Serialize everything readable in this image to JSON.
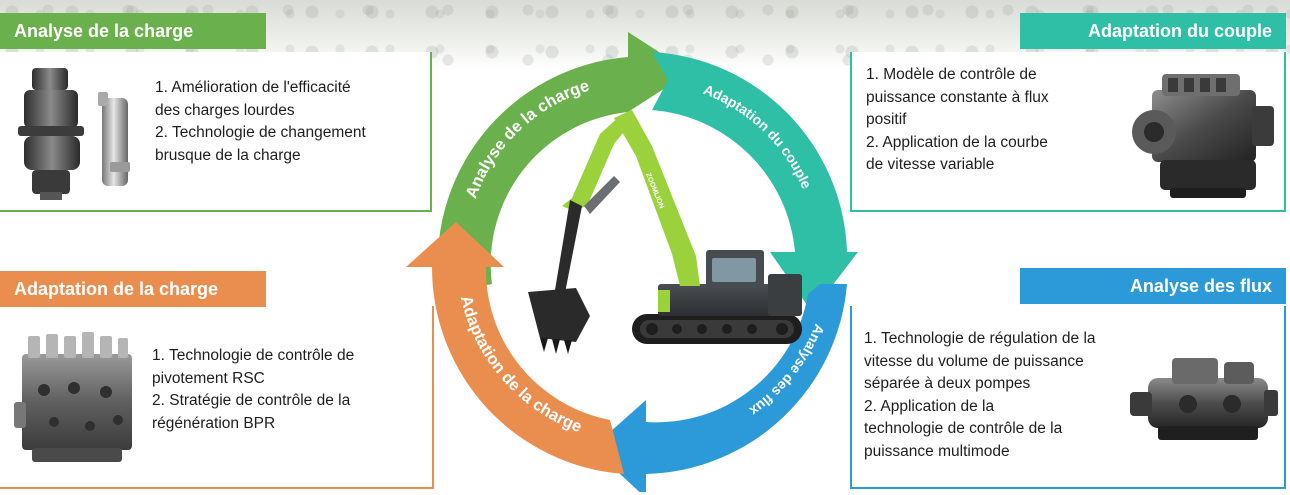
{
  "cards": {
    "load_analysis": {
      "title": "Analyse de la charge",
      "lines": [
        "1. Amélioration de l'efficacité",
        "des charges lourdes",
        "2. Technologie de changement",
        "brusque de la charge"
      ],
      "color": "#6ab04c"
    },
    "load_adaptation": {
      "title": "Adaptation de la charge",
      "lines": [
        "1. Technologie de contrôle de",
        "pivotement RSC",
        "2. Stratégie de contrôle de la",
        "régénération BPR"
      ],
      "color": "#ea8e50"
    },
    "torque_adaptation": {
      "title": "Adaptation du couple",
      "lines": [
        "1. Modèle de contrôle de",
        "puissance constante à flux",
        "positif",
        "2. Application de la courbe",
        "de vitesse variable"
      ],
      "color": "#2fbfa6"
    },
    "flow_analysis": {
      "title": "Analyse des flux",
      "lines": [
        "1. Technologie de régulation de la",
        "vitesse du volume de puissance",
        "séparée à deux pompes",
        "2. Application de la",
        "technologie de contrôle de la",
        "puissance multimode"
      ],
      "color": "#2c9ad8"
    }
  },
  "cycle": {
    "segments": [
      {
        "label": "Analyse de la charge",
        "color": "#6ab04c"
      },
      {
        "label": "Adaptation du couple",
        "color": "#2fbfa6"
      },
      {
        "label": "Analyse des flux",
        "color": "#2c9ad8"
      },
      {
        "label": "Adaptation de la charge",
        "color": "#ea8e50"
      }
    ]
  },
  "excavator": {
    "brand_text": "ZOOMLION",
    "body_color": "#3b3f42",
    "boom_color": "#9bd23c"
  },
  "icons": [
    "swing-motor-image",
    "hydraulic-valve-image",
    "engine-image",
    "hydraulic-pump-image",
    "excavator-image"
  ]
}
